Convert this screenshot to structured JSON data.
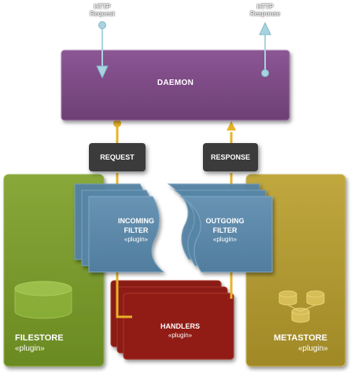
{
  "http": {
    "request": "HTTP\nRequest",
    "response": "HTTP\nResponse"
  },
  "daemon": {
    "label": "DAEMON"
  },
  "tags": {
    "request": "REQUEST",
    "response": "RESPONSE"
  },
  "incoming": {
    "title": "INCOMING\nFILTER",
    "sub": "«plugin»"
  },
  "outgoing": {
    "title": "OUTGOING\nFILTER",
    "sub": "«plugin»"
  },
  "filestore": {
    "title": "FILESTORE",
    "sub": "«plugin»"
  },
  "metastore": {
    "title": "METASTORE",
    "sub": "«plugin»"
  },
  "handlers": {
    "title": "HANDLERS",
    "sub": "«plugin»"
  },
  "colors": {
    "daemon": "#7d4a86",
    "filter": "#5a87a8",
    "filestore": "#7c9c2d",
    "metastore": "#b39a32",
    "handlers": "#8e1c14",
    "flow": "#e8b327",
    "http": "#a8d4e0"
  }
}
